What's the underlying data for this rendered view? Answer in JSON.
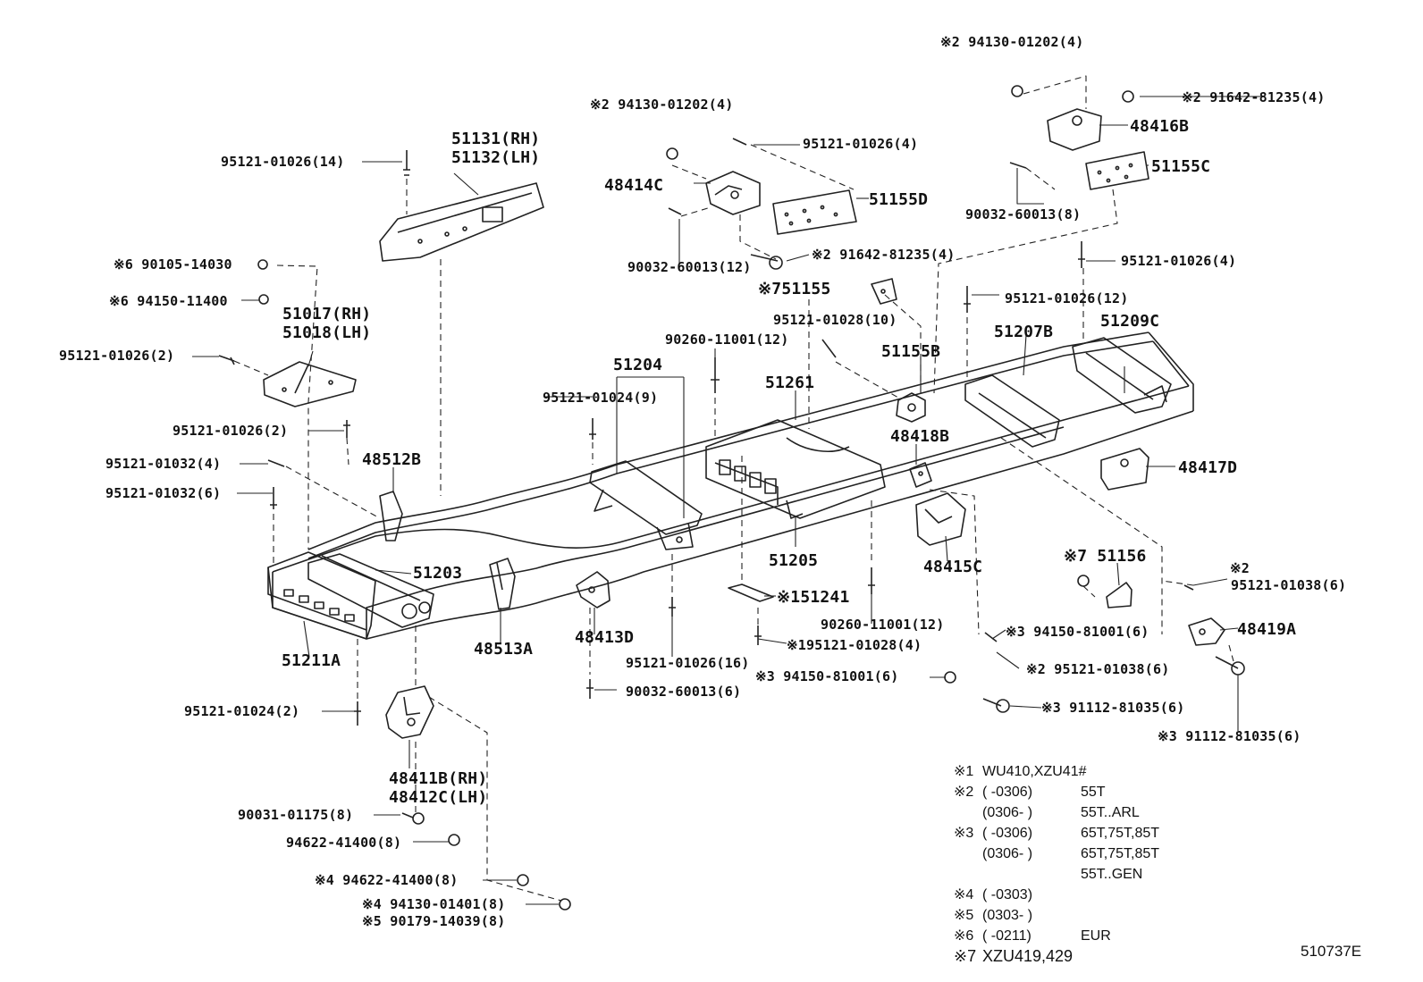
{
  "labels": {
    "p1": "※2 94130-01202(4)",
    "p2": "※2 91642-81235(4)",
    "p3": "48416B",
    "p4": "51155C",
    "p5": "90032-60013(8)",
    "p6": "95121-01026(4)",
    "p7": "※2 94130-01202(4)",
    "p8": "95121-01026(4)",
    "p9": "48414C",
    "p10": "51155D",
    "p11": "90032-60013(12)",
    "p12": "※2 91642-81235(4)",
    "p13": "51131(RH)",
    "p14": "51132(LH)",
    "p15": "95121-01026(14)",
    "p16": "※6 90105-14030",
    "p17": "※6 94150-11400",
    "p18": "51017(RH)",
    "p19": "51018(LH)",
    "p20": "95121-01026(2)",
    "p21": "95121-01026(2)",
    "p22": "95121-01032(4)",
    "p23": "95121-01032(6)",
    "p24": "48512B",
    "p25": "※751155",
    "p26": "95121-01028(10)",
    "p27": "95121-01026(12)",
    "p28": "51155B",
    "p29": "51207B",
    "p30": "51209C",
    "p31": "90260-11001(12)",
    "p32": "51204",
    "p33": "95121-01024(9)",
    "p34": "51261",
    "p35": "48418B",
    "p36": "48417D",
    "p37": "51203",
    "p38": "51205",
    "p39": "48415C",
    "p40": "※151241",
    "p41": "90260-11001(12)",
    "p42": "※7 51156",
    "p43": "※2",
    "p44": "95121-01038(6)",
    "p45": "48419A",
    "p46": "51211A",
    "p47": "48513A",
    "p48": "48413D",
    "p49": "95121-01026(16)",
    "p50": "※195121-01028(4)",
    "p51": "※3 94150-81001(6)",
    "p52": "※2 95121-01038(6)",
    "p53": "※3 94150-81001(6)",
    "p54": "90032-60013(6)",
    "p55": "※3 91112-81035(6)",
    "p56": "※3 91112-81035(6)",
    "p57": "95121-01024(2)",
    "p58": "48411B(RH)",
    "p59": "48412C(LH)",
    "p60": "90031-01175(8)",
    "p61": "94622-41400(8)",
    "p62": "※4 94622-41400(8)",
    "p63": "※4 94130-01401(8)",
    "p64": "※5 90179-14039(8)"
  },
  "notes": [
    {
      "mark": "※1",
      "range": "WU410,XZU41#",
      "text": ""
    },
    {
      "mark": "※2",
      "range": "(       -0306)",
      "text": "55T"
    },
    {
      "mark": "",
      "range": "(0306-       )",
      "text": "55T..ARL"
    },
    {
      "mark": "※3",
      "range": "(       -0306)",
      "text": "65T,75T,85T"
    },
    {
      "mark": "",
      "range": "(0306-       )",
      "text": "65T,75T,85T"
    },
    {
      "mark": "",
      "range": "",
      "text": "55T..GEN"
    },
    {
      "mark": "※4",
      "range": "(       -0303)",
      "text": ""
    },
    {
      "mark": "※5",
      "range": "(0303-       )",
      "text": ""
    },
    {
      "mark": "※6",
      "range": "(       -0211)",
      "text": "EUR"
    },
    {
      "mark": "※7",
      "range": "XZU419,429",
      "text": ""
    }
  ],
  "doc_code": "510737E"
}
